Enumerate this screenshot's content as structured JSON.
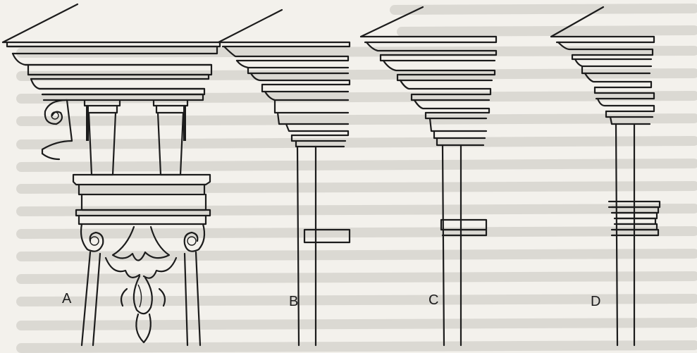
{
  "figure": {
    "labels": {
      "a": "A",
      "b": "B",
      "c": "C",
      "d": "D"
    }
  },
  "colors": {
    "ink": "#1c1c1c",
    "paper": "#f3f1ec",
    "bleed_through": "#c9c6c0"
  }
}
